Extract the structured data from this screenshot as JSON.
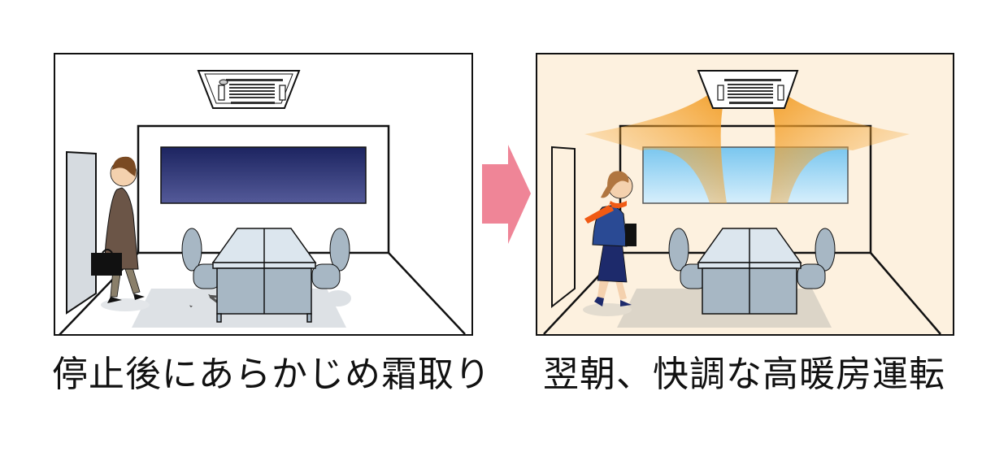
{
  "panels": [
    {
      "id": "left",
      "caption": "停止後にあらかじめ霜取り",
      "background": "#ffffff",
      "window_sky": [
        "#1c2460",
        "#545a99"
      ],
      "scene": "night-office-man-leaving"
    },
    {
      "id": "right",
      "caption": "翌朝、快調な高暖房運転",
      "background": "#fdf1df",
      "window_sky": [
        "#79c6ef",
        "#d7effc"
      ],
      "airflow_color": "#f29a1f",
      "scene": "morning-office-woman-arriving"
    }
  ],
  "arrow": {
    "color": "#ef8597",
    "direction": "right"
  }
}
